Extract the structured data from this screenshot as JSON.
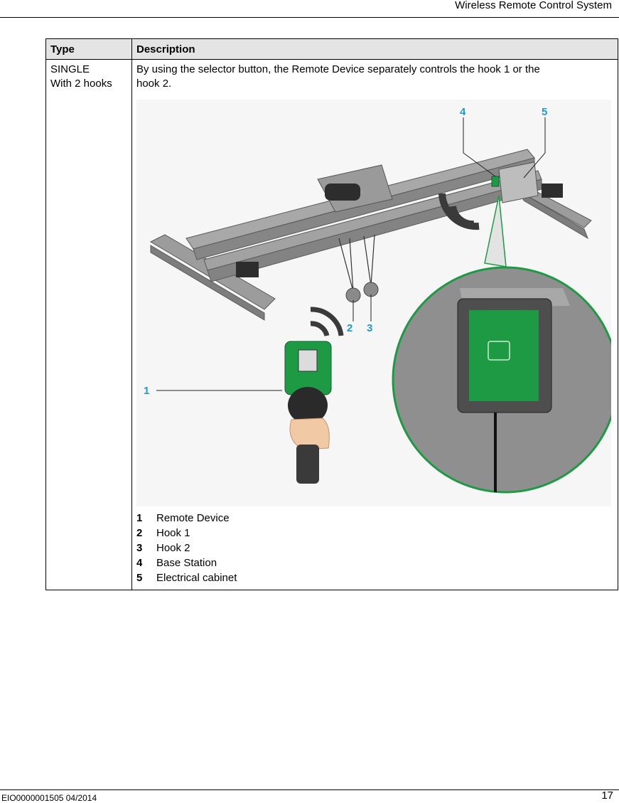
{
  "header": {
    "title": "Wireless Remote Control System"
  },
  "table": {
    "columns": [
      "Type",
      "Description"
    ],
    "row": {
      "type_line1": "SINGLE",
      "type_line2": "With 2 hooks",
      "description_line1": "By using the selector button, the Remote Device separately controls the hook 1 or the",
      "description_line2": "hook 2.",
      "legend": [
        {
          "num": "1",
          "label": "Remote Device"
        },
        {
          "num": "2",
          "label": "Hook 1"
        },
        {
          "num": "3",
          "label": "Hook 2"
        },
        {
          "num": "4",
          "label": "Base Station"
        },
        {
          "num": "5",
          "label": "Electrical cabinet"
        }
      ]
    }
  },
  "figure": {
    "callouts": [
      "1",
      "2",
      "3",
      "4",
      "5"
    ],
    "callout_color": "#1a9ad6",
    "icons": [
      "overhead-crane-illustration",
      "remote-device-illustration",
      "base-station-illustration",
      "wireless-signal-icon"
    ]
  },
  "footer": {
    "doc_id": "EIO0000001505 04/2014",
    "page": "17"
  }
}
